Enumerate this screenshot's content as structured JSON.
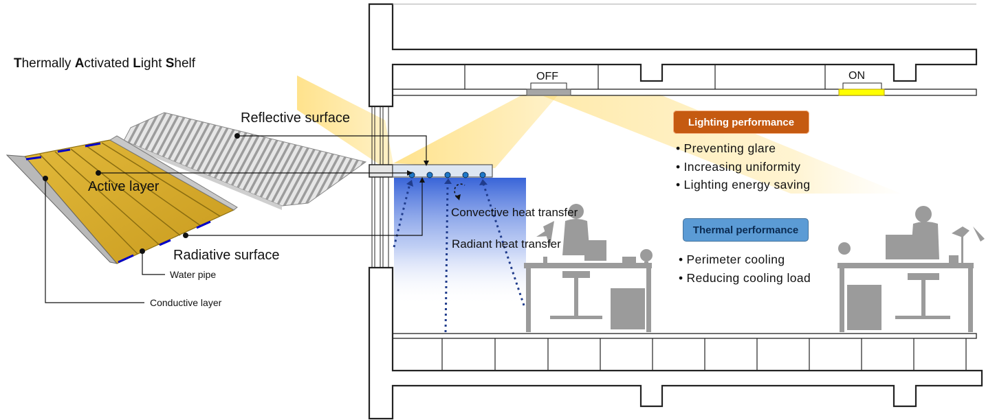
{
  "title": {
    "letters": [
      "T",
      "A",
      "L",
      "S"
    ],
    "rests": [
      "hermally ",
      "ctivated ",
      "ight ",
      "helf"
    ]
  },
  "labels": {
    "reflective": "Reflective surface",
    "active": "Active layer",
    "radiative": "Radiative surface",
    "water_pipe": "Water pipe",
    "conductive": "Conductive layer",
    "convective": "Convective heat transfer",
    "radiant": "Radiant heat transfer",
    "off": "OFF",
    "on": "ON"
  },
  "lighting": {
    "heading": "Lighting performance",
    "items": [
      "Preventing  glare",
      "Increasing  uniformity",
      "Lighting  energy  saving"
    ]
  },
  "thermal": {
    "heading": "Thermal performance",
    "items": [
      "Perimeter  cooling",
      "Reducing  cooling  load"
    ]
  },
  "colors": {
    "gold": "#d4a82a",
    "light_beam": "#ffd966",
    "lighting_badge": "#c55a11",
    "thermal_badge": "#5b9bd5",
    "pipe_blue": "#1f4e79",
    "silhouette": "#9b9b9b",
    "lamp_on": "#ffff00",
    "lamp_off": "#a6a6a6"
  }
}
